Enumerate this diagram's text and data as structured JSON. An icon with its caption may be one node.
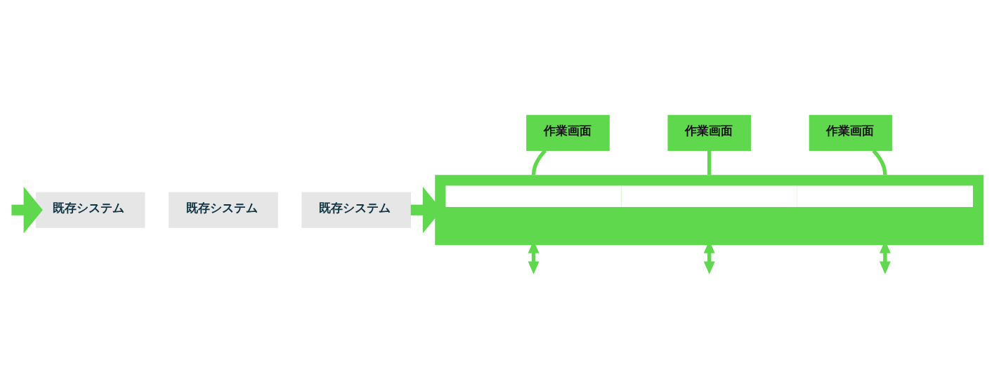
{
  "diagram": {
    "nodes": [
      {
        "text": [
          "既存システム"
        ]
      },
      {
        "text": [
          "既存システム"
        ]
      },
      {
        "text": [
          "既存システム"
        ]
      },
      {
        "text": [
          "作業画面"
        ]
      },
      {
        "text": [
          "作業画面"
        ]
      },
      {
        "text": [
          "作業画面"
        ]
      },
      {
        "text": [],
        "shape": "bar"
      }
    ],
    "edges": [
      {
        "from": null,
        "to": 0,
        "arrow": "to",
        "style": "thick"
      },
      {
        "from": 2,
        "to": 6,
        "arrow": "to",
        "style": "thick"
      },
      {
        "from": 3,
        "to": 6,
        "arrow": "none"
      },
      {
        "from": 4,
        "to": 6,
        "arrow": "none"
      },
      {
        "from": 5,
        "to": 6,
        "arrow": "none"
      },
      {
        "from": 6,
        "to": null,
        "arrow": "both"
      },
      {
        "from": 6,
        "to": null,
        "arrow": "both"
      },
      {
        "from": 6,
        "to": null,
        "arrow": "both"
      }
    ]
  }
}
